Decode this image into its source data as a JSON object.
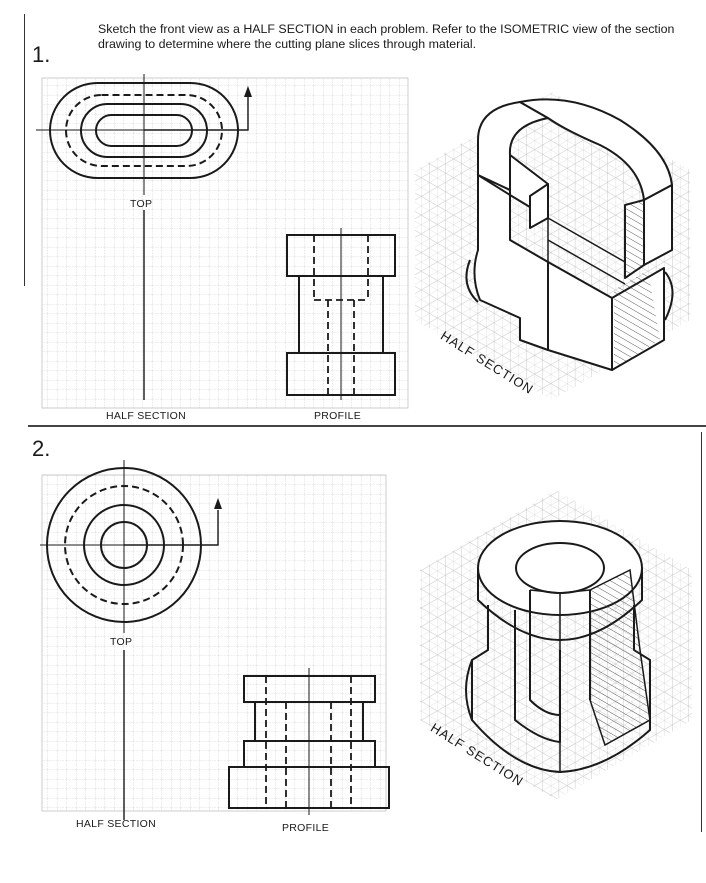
{
  "instructions": "Sketch the front view as a HALF SECTION in each problem.  Refer to the ISOMETRIC view of the section drawing to determine where the cutting plane slices through material.",
  "problems": [
    {
      "number": "1.",
      "labels": {
        "top": "TOP",
        "section": "HALF SECTION",
        "profile": "PROFILE",
        "iso": "HALF SECTION"
      }
    },
    {
      "number": "2.",
      "labels": {
        "top": "TOP",
        "section": "HALF SECTION",
        "profile": "PROFILE",
        "iso": "HALF SECTION"
      }
    }
  ],
  "colors": {
    "line": "#1a1a1a",
    "grid": "#b9b9b9",
    "iso_grid": "#c8c8c8",
    "hatch": "#333333"
  }
}
